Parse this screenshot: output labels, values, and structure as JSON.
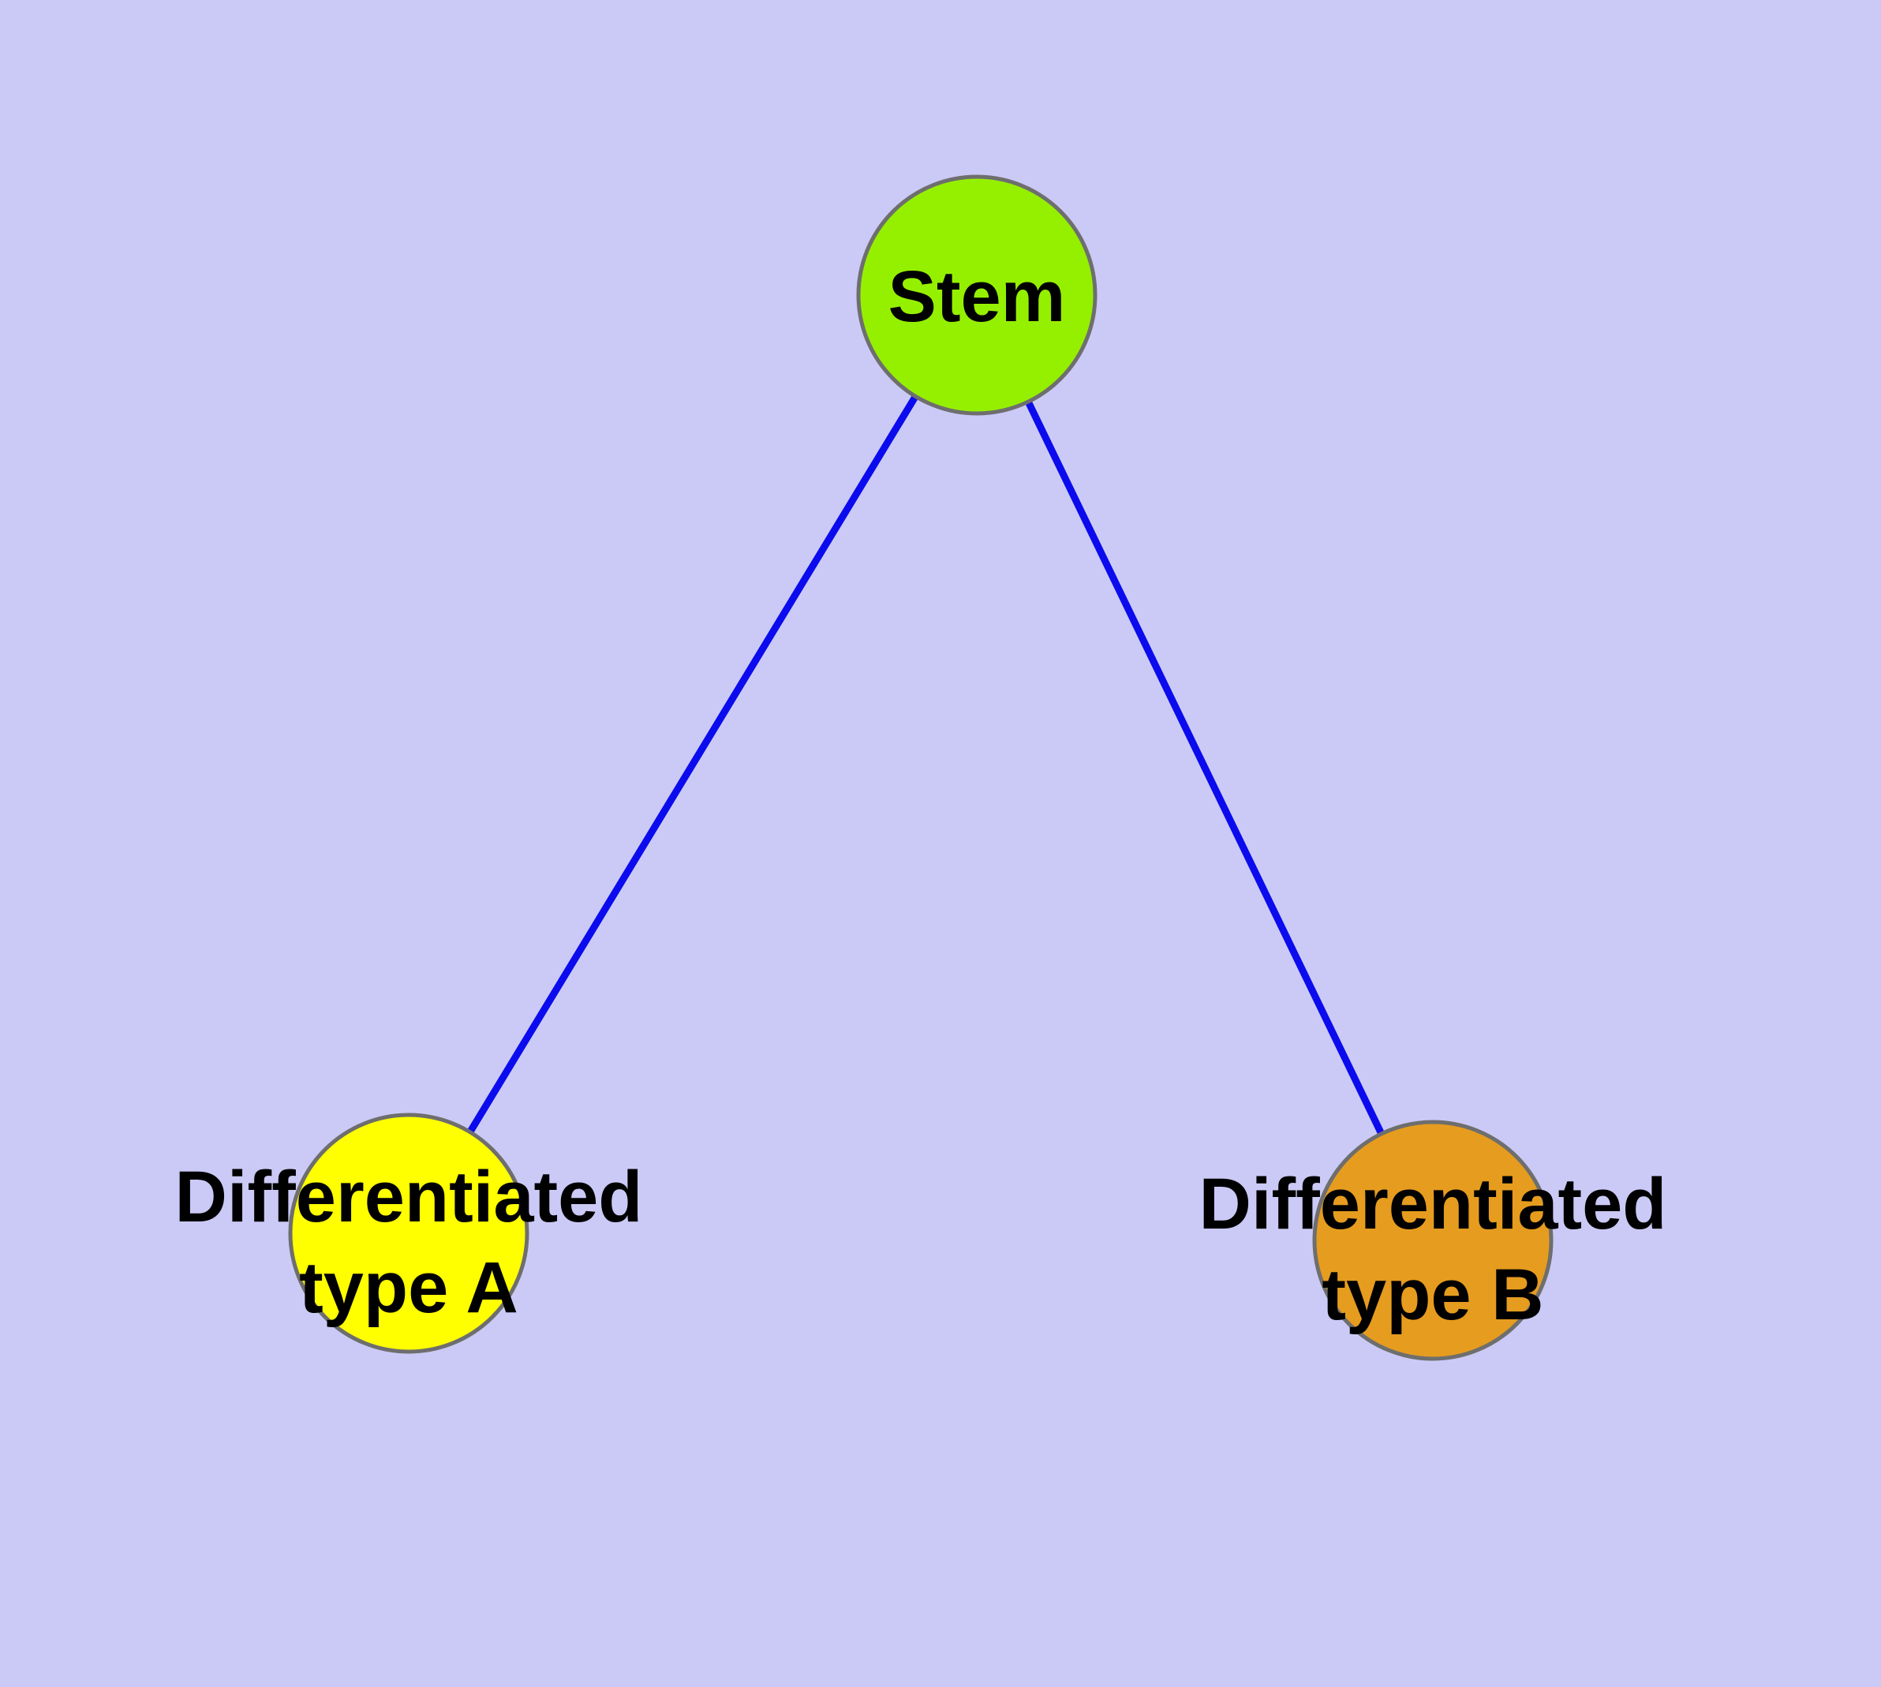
{
  "canvas": {
    "background": "#CBCAF6"
  },
  "graph": {
    "type": "node-link-diagram",
    "nodes": [
      {
        "id": "stem",
        "label": "Stem",
        "fill": "#95F000",
        "border": "#6E6E6E"
      },
      {
        "id": "differentiated-type-a",
        "label_line1": "Differentiated",
        "label_line2": "type A",
        "fill": "#FFFF00",
        "border": "#6E6E6E"
      },
      {
        "id": "differentiated-type-b",
        "label_line1": "Differentiated",
        "label_line2": "type B",
        "fill": "#E69C1E",
        "border": "#6E6E6E"
      }
    ],
    "edges": [
      {
        "from": "stem",
        "to": "differentiated-type-a",
        "color": "#0B0BEE"
      },
      {
        "from": "stem",
        "to": "differentiated-type-b",
        "color": "#0B0BEE"
      }
    ],
    "text_color": "#000000"
  }
}
